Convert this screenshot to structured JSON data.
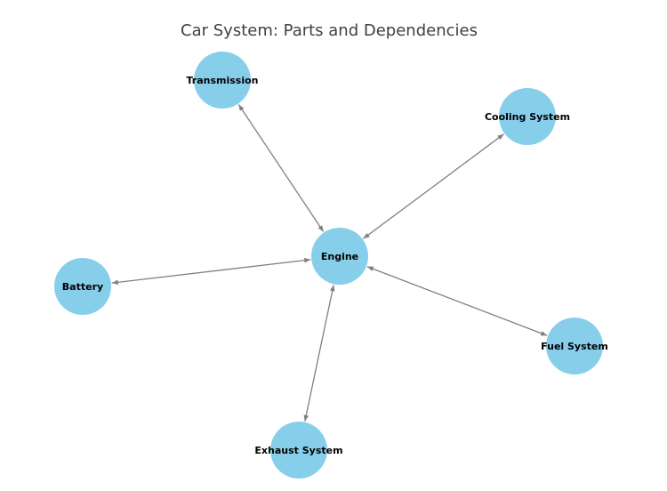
{
  "title": "Car System: Parts and Dependencies",
  "colors": {
    "node_fill": "#87ceeb",
    "edge": "#808080",
    "label": "#000000",
    "title": "#404040",
    "background": "#ffffff"
  },
  "graph": {
    "directed": true,
    "edge_style": "bidirectional-arrows",
    "nodes": [
      {
        "id": "engine",
        "label": "Engine"
      },
      {
        "id": "transmission",
        "label": "Transmission"
      },
      {
        "id": "cooling",
        "label": "Cooling System"
      },
      {
        "id": "battery",
        "label": "Battery"
      },
      {
        "id": "fuel",
        "label": "Fuel System"
      },
      {
        "id": "exhaust",
        "label": "Exhaust System"
      }
    ],
    "edges": [
      {
        "source": "engine",
        "target": "transmission",
        "bidirectional": true
      },
      {
        "source": "engine",
        "target": "cooling",
        "bidirectional": true
      },
      {
        "source": "engine",
        "target": "battery",
        "bidirectional": true
      },
      {
        "source": "engine",
        "target": "fuel",
        "bidirectional": true
      },
      {
        "source": "engine",
        "target": "exhaust",
        "bidirectional": true
      }
    ]
  }
}
